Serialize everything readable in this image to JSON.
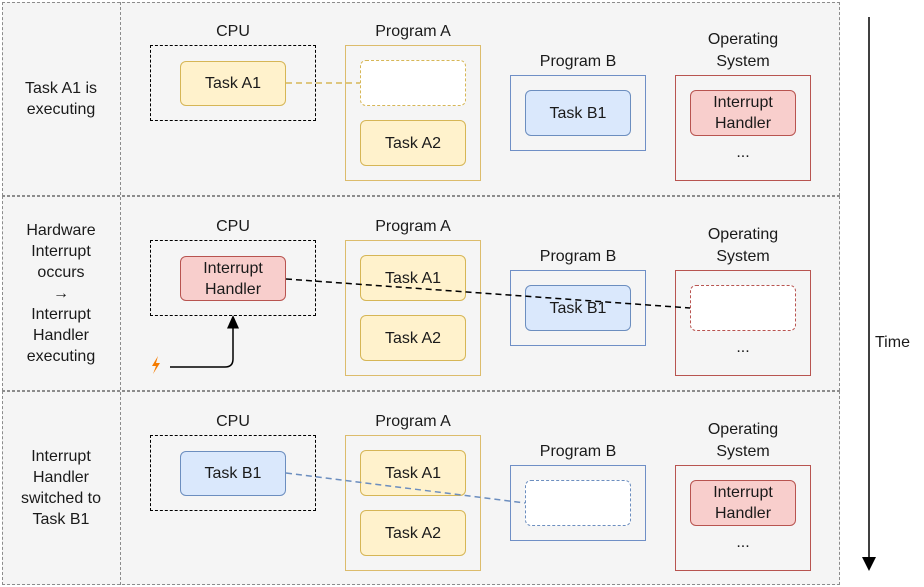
{
  "stages": [
    {
      "label": "Task A1 is\nexecuting",
      "cpu_title": "CPU",
      "cpu_task": "Task A1",
      "program_a_title": "Program A",
      "program_a_tasks": [
        "Task A2"
      ],
      "program_b_title": "Program B",
      "program_b_task": "Task B1",
      "os_title": "Operating\nSystem",
      "os_task": "Interrupt\nHandler",
      "os_ellipsis": "..."
    },
    {
      "label": "Hardware\nInterrupt\noccurs\n→\nInterrupt\nHandler\nexecuting",
      "cpu_title": "CPU",
      "cpu_task": "Interrupt\nHandler",
      "program_a_title": "Program A",
      "program_a_tasks": [
        "Task A1",
        "Task A2"
      ],
      "program_b_title": "Program B",
      "program_b_task": "Task B1",
      "os_title": "Operating\nSystem",
      "os_ellipsis": "..."
    },
    {
      "label": "Interrupt\nHandler\nswitched to\nTask B1",
      "cpu_title": "CPU",
      "cpu_task": "Task B1",
      "program_a_title": "Program A",
      "program_a_tasks": [
        "Task A1",
        "Task A2"
      ],
      "program_b_title": "Program B",
      "os_title": "Operating\nSystem",
      "os_task": "Interrupt\nHandler",
      "os_ellipsis": "..."
    }
  ],
  "time_label": "Time",
  "icons": {
    "interrupt_signal": "lightning-bolt-icon",
    "time_arrow": "down-arrow-icon"
  },
  "colors": {
    "yellow_fill": "#fff2cc",
    "yellow_stroke": "#d6b656",
    "blue_fill": "#dae8fc",
    "blue_stroke": "#6c8ebf",
    "red_fill": "#f8cecc",
    "red_stroke": "#b85450",
    "band_fill": "#f5f5f5",
    "lightning": "#f57c00"
  }
}
